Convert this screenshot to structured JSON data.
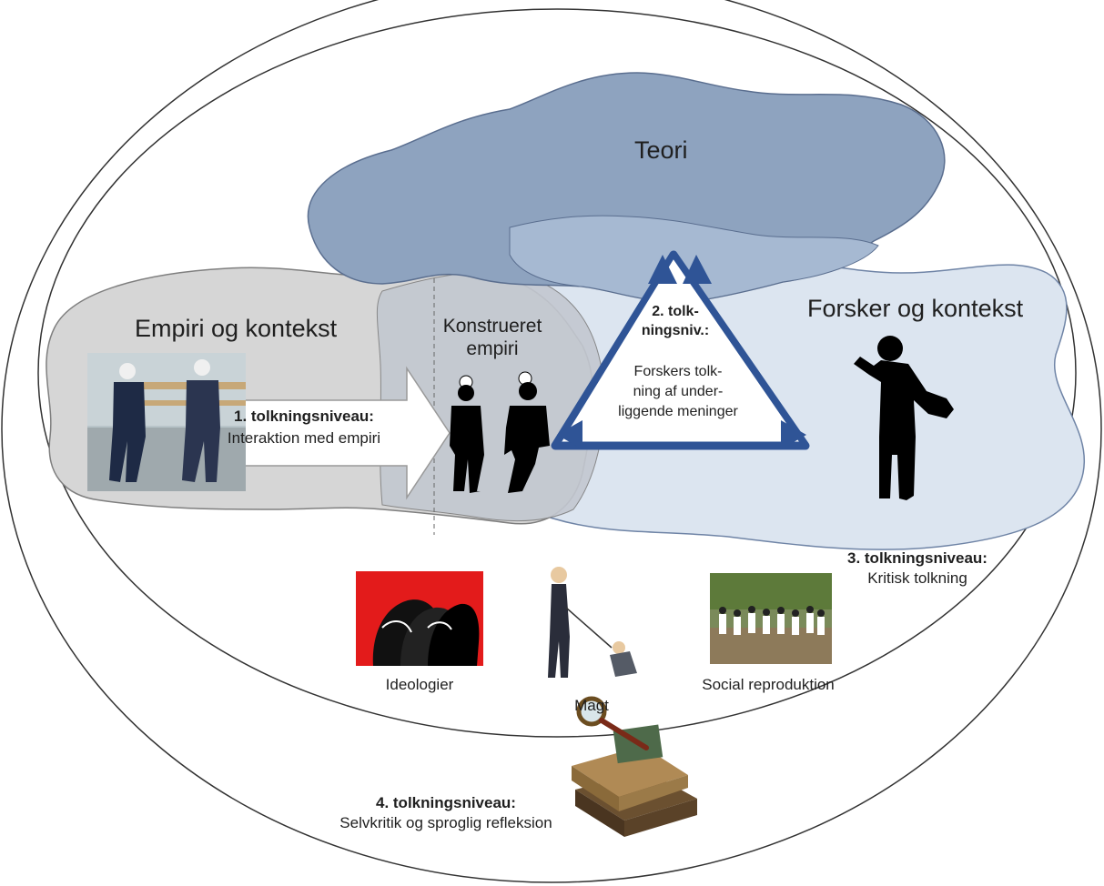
{
  "regions": {
    "teori": "Teori",
    "empiri": "Empiri og kontekst",
    "forsker": "Forsker og kontekst",
    "konstrueret_line1": "Konstrueret",
    "konstrueret_line2": "empiri"
  },
  "level1": {
    "title": "1. tolkningsniveau:",
    "text": "Interaktion med empiri"
  },
  "level2": {
    "title_line1": "2. tolk-",
    "title_line2": "ningsniv.:",
    "text_line1": "Forskers  tolk-",
    "text_line2": "ning af under-",
    "text_line3": "liggende meninger"
  },
  "level3": {
    "title": "3. tolkningsniveau:",
    "text": "Kritisk tolkning"
  },
  "level4": {
    "title": "4. tolkningsniveau:",
    "text": "Selvkritik og sproglig refleksion"
  },
  "captions": {
    "ideologier": "Ideologier",
    "magt": "Magt",
    "social": "Social reproduktion"
  },
  "colors": {
    "teori_fill": "#8ea3bf",
    "empiri_fill": "#d6d6d6",
    "forsker_fill": "#dce5f0",
    "overlap_fill": "#c3c8d0",
    "arrow_outline": "#2f5496"
  }
}
